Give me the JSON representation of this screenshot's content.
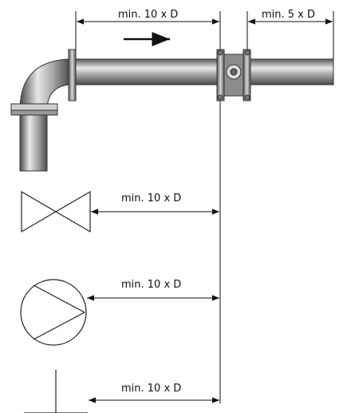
{
  "dimensions": {
    "top_left_label": "min. 10 x D",
    "top_right_label": "min. 5 x D",
    "valve_label": "min. 10 x D",
    "pump_label": "min. 10 x D",
    "wall_label": "min. 10 x D"
  },
  "symbols": {
    "flow_arrow": "flow-direction-arrow-icon",
    "valve": "gate-valve-symbol-icon",
    "pump": "pump-symbol-icon",
    "wall": "pipe-end-symbol-icon"
  },
  "colors": {
    "line": "#111111",
    "pipe_mid": "#9a9a9a",
    "pipe_dark": "#555555",
    "pipe_light": "#e6e6e6"
  }
}
